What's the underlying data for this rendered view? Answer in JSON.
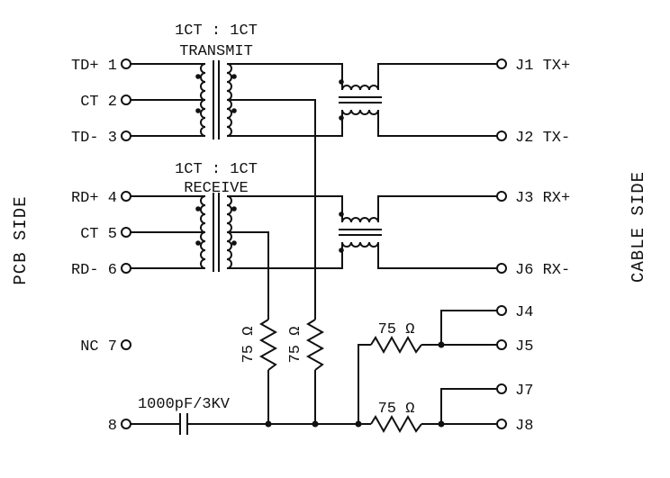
{
  "diagram": {
    "side_labels": {
      "left": "PCB SIDE",
      "right": "CABLE SIDE"
    },
    "transformers": {
      "transmit": {
        "ratio": "1CT : 1CT",
        "name": "TRANSMIT"
      },
      "receive": {
        "ratio": "1CT : 1CT",
        "name": "RECEIVE"
      }
    },
    "left_pins": [
      "TD+ 1",
      "CT 2",
      "TD- 3",
      "RD+ 4",
      "CT 5",
      "RD- 6",
      "NC 7",
      "8"
    ],
    "right_pins": [
      "J1 TX+",
      "J2 TX-",
      "J3 RX+",
      "J6 RX-",
      "J4",
      "J5",
      "J7",
      "J8"
    ],
    "resistors": [
      "75 Ω",
      "75 Ω",
      "75 Ω",
      "75 Ω"
    ],
    "capacitor": "1000pF/3KV",
    "colors": {
      "line": "#111111",
      "background": "#ffffff"
    }
  }
}
